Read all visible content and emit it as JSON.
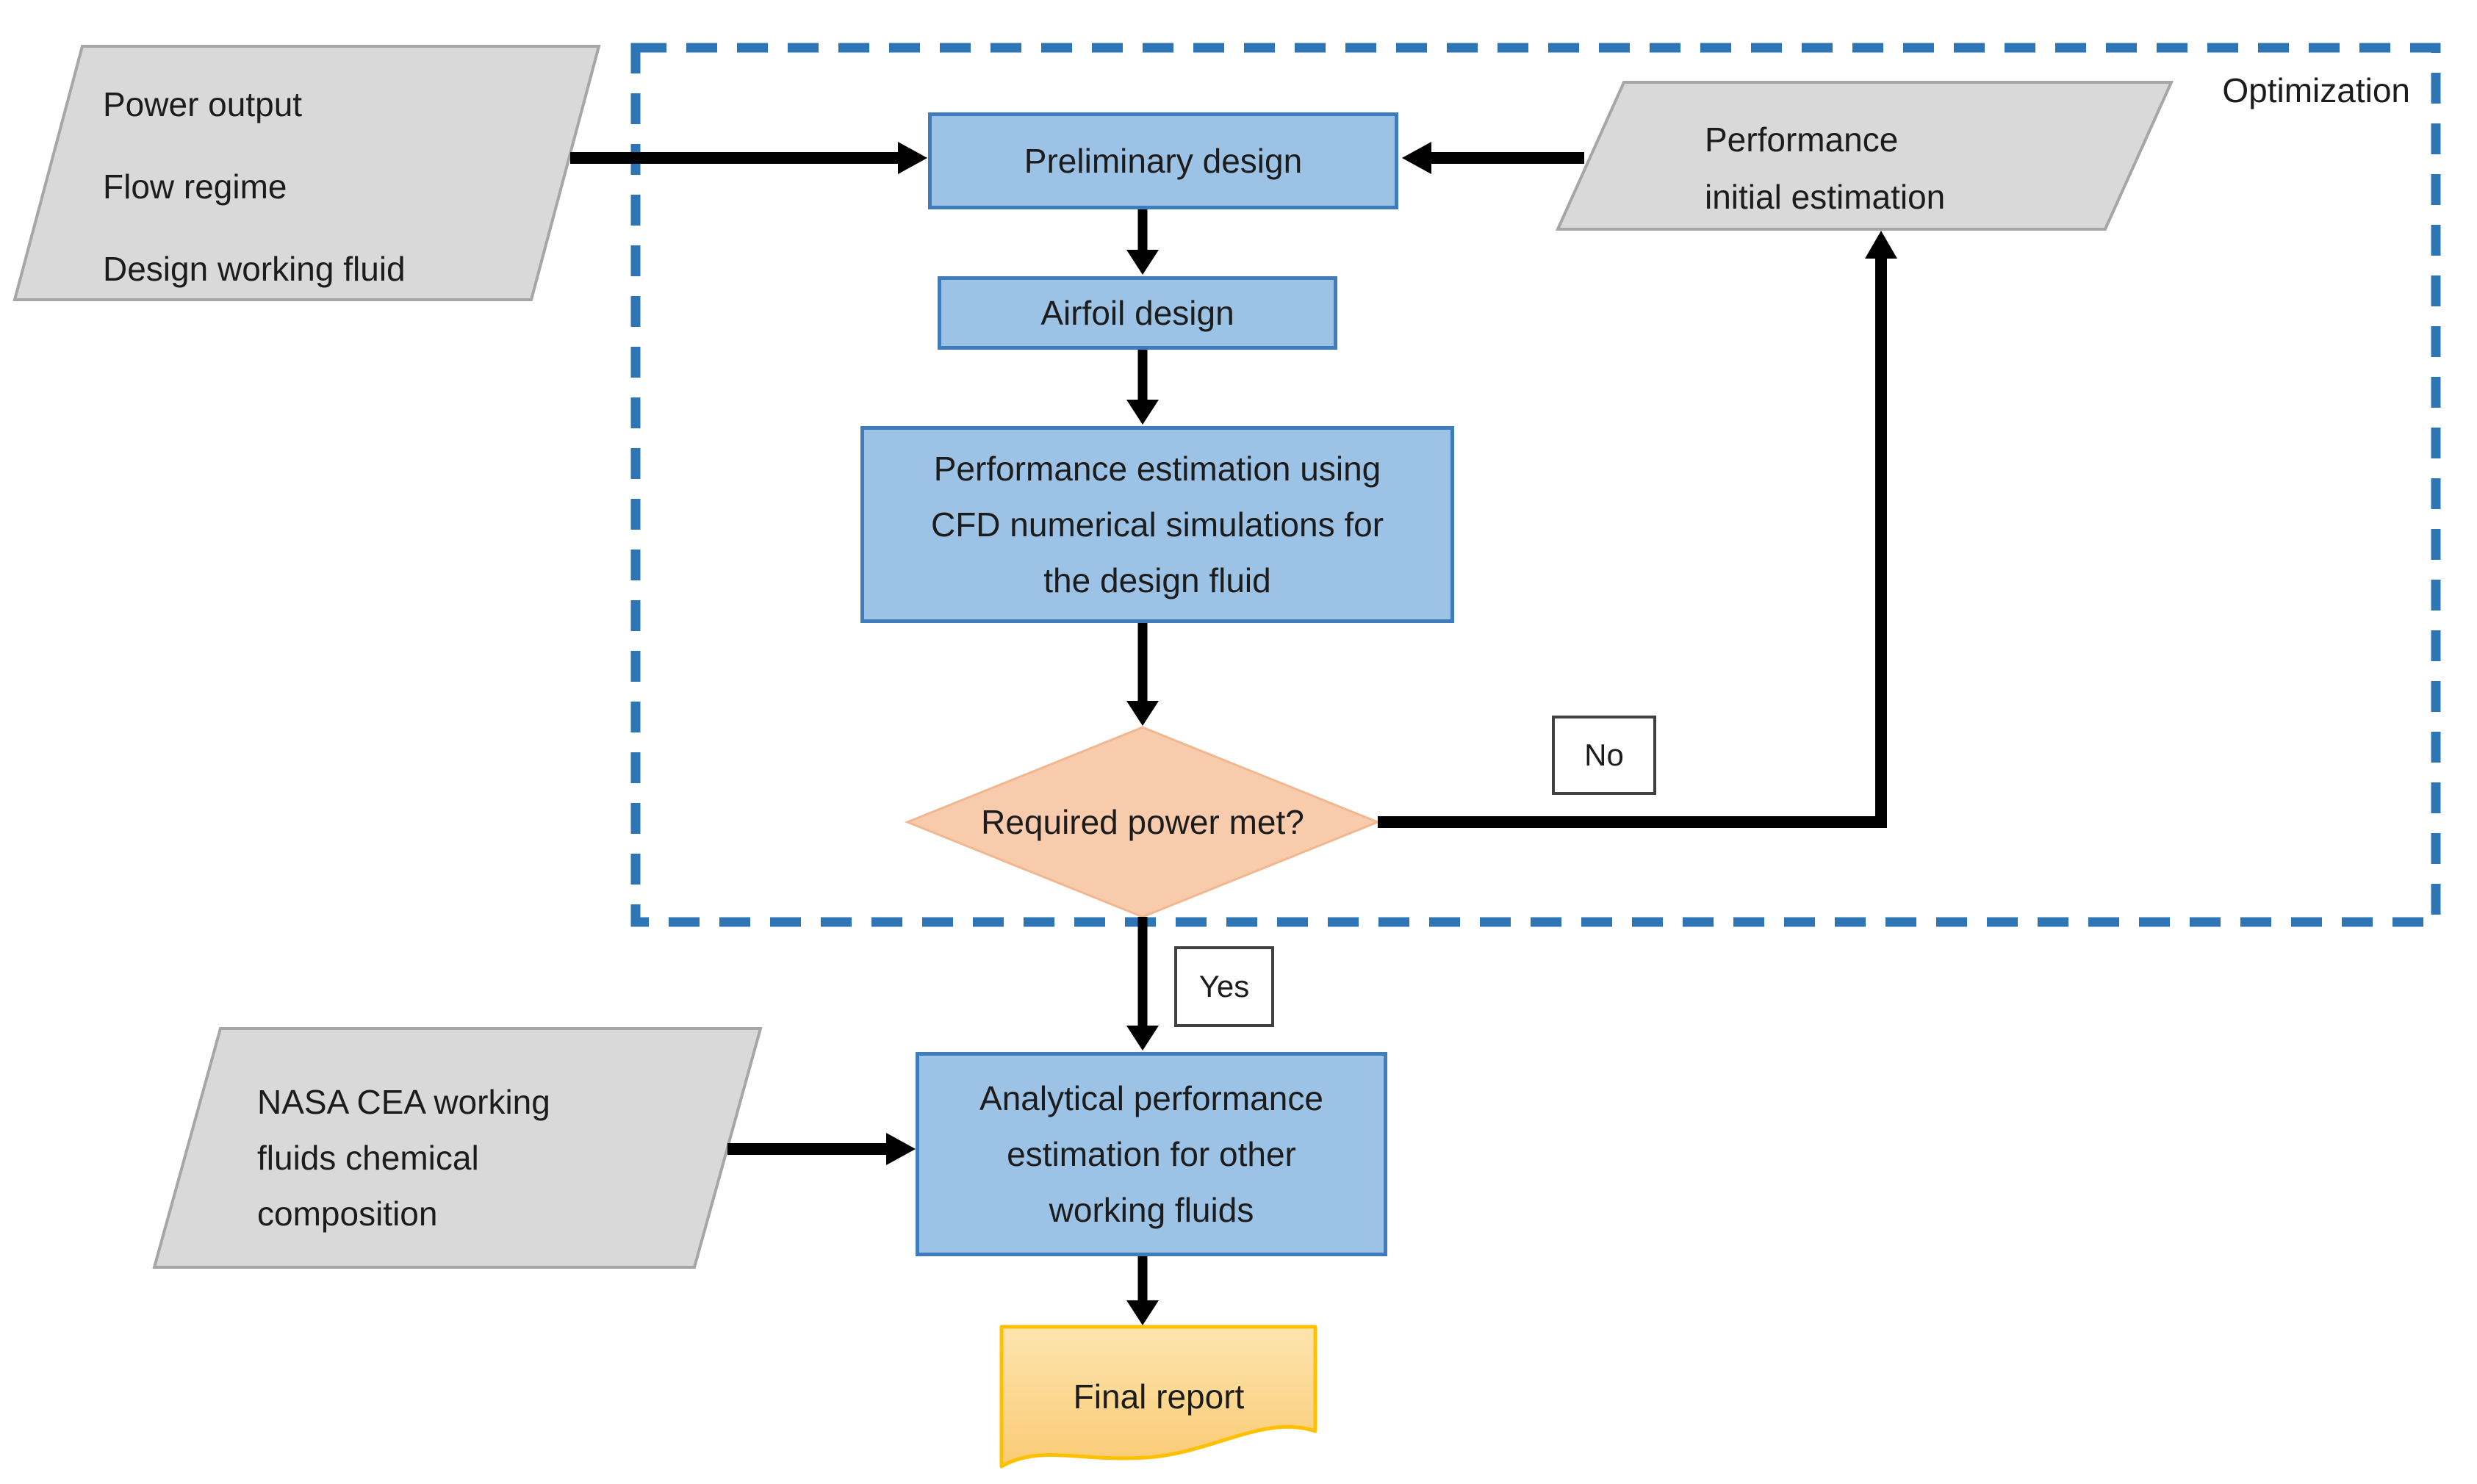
{
  "frame": {
    "label": "Optimization"
  },
  "nodes": {
    "inputs": {
      "text": "Power output\nFlow regime\nDesign working fluid"
    },
    "preliminary": {
      "text": "Preliminary design"
    },
    "airfoil": {
      "text": "Airfoil design"
    },
    "cfd": {
      "text": "Performance estimation using\nCFD numerical simulations for\nthe design fluid"
    },
    "decision": {
      "text": "Required power met?"
    },
    "perf_initial": {
      "text": "Performance\ninitial estimation"
    },
    "nasa": {
      "text": "NASA CEA working\nfluids chemical\ncomposition"
    },
    "analytical": {
      "text": "Analytical performance\nestimation for other\nworking fluids"
    },
    "final_report": {
      "text": "Final report"
    }
  },
  "branch_labels": {
    "no": "No",
    "yes": "Yes"
  },
  "colors": {
    "process_fill": "#9CC3E6",
    "process_border": "#3F7CBB",
    "io_fill": "#D9D9D9",
    "io_border": "#A6A6A6",
    "decision_fill": "#F8CBAD",
    "decision_border": "#F1B78F",
    "document_fill_top": "#FDE4AE",
    "document_fill_bottom": "#FACB74",
    "document_border": "#FFC000",
    "frame_border": "#2E75B6",
    "arrow": "#000000",
    "text": "#1C1C1C",
    "branch_box_border": "#404040"
  }
}
